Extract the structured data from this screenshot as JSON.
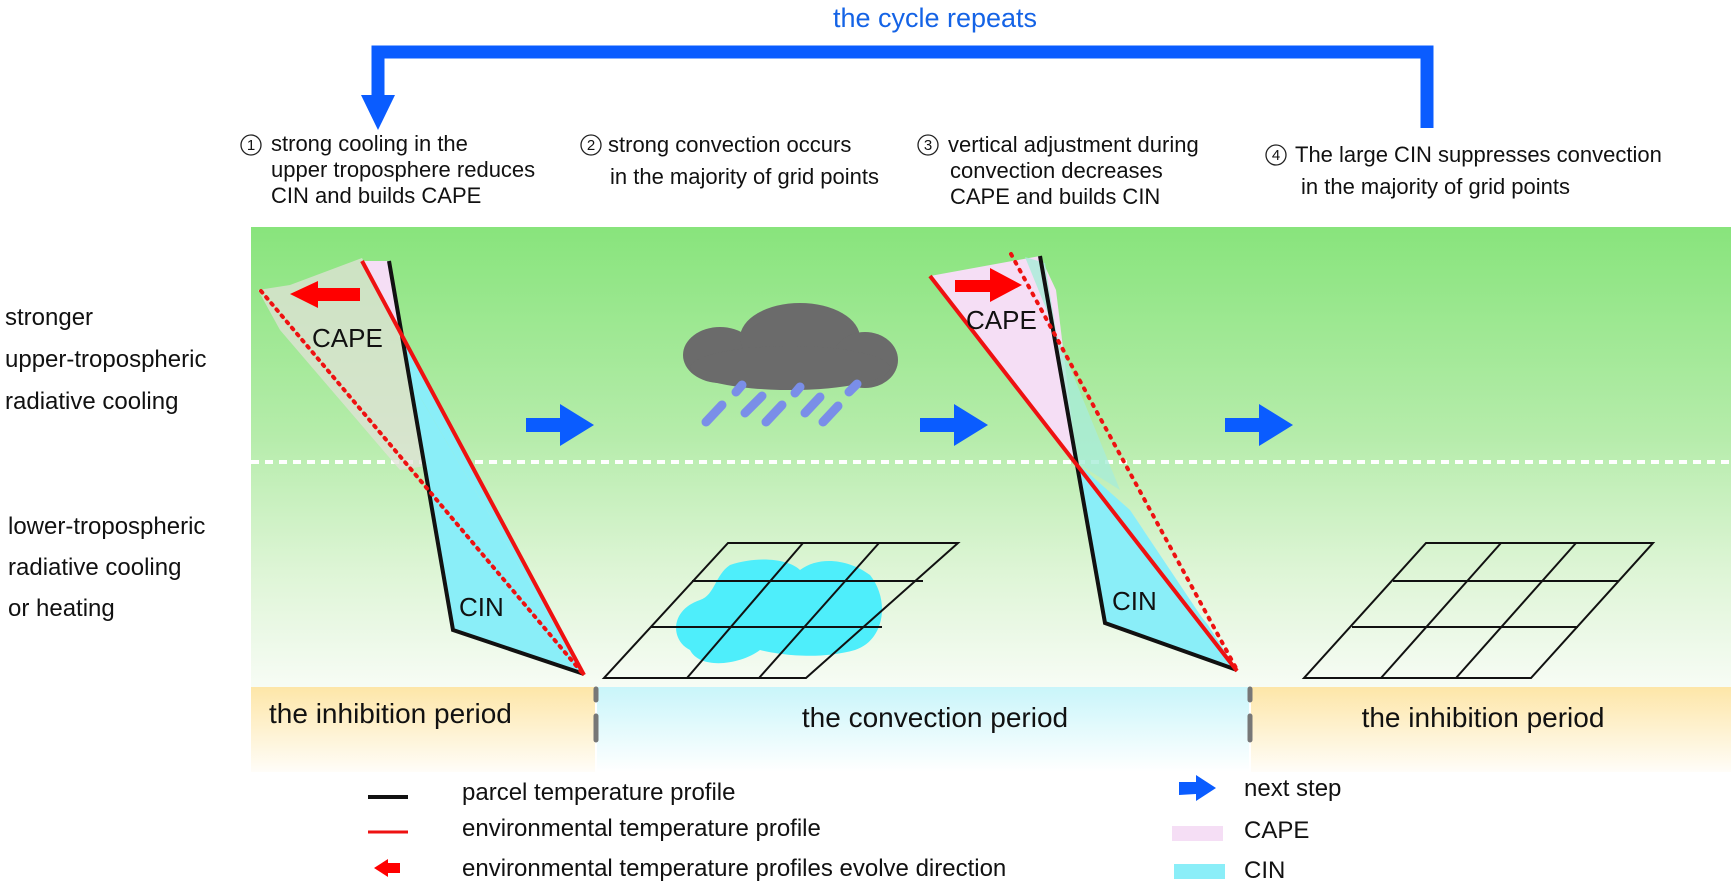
{
  "cycle": {
    "label": "the cycle repeats",
    "arrow_color": "#0a5cff"
  },
  "steps": [
    {
      "number": "1",
      "lines": [
        "strong cooling in the",
        "upper troposphere reduces",
        "CIN and builds CAPE"
      ]
    },
    {
      "number": "2",
      "lines": [
        "strong convection occurs",
        "in the majority of grid points"
      ]
    },
    {
      "number": "3",
      "lines": [
        "vertical adjustment during",
        "convection decreases",
        "CAPE and builds CIN"
      ]
    },
    {
      "number": "4",
      "lines": [
        "The large CIN suppresses convection",
        "in the majority of grid points"
      ]
    }
  ],
  "side_labels": {
    "upper": [
      "stronger",
      "upper-tropospheric",
      "radiative cooling"
    ],
    "lower": [
      "lower-tropospheric",
      "radiative cooling",
      "or heating"
    ]
  },
  "profile_labels": {
    "cape": "CAPE",
    "cin": "CIN"
  },
  "periods": [
    {
      "label": "the inhibition period",
      "color": "#fde7ad"
    },
    {
      "label": "the convection period",
      "color": "#cdf6fa"
    },
    {
      "label": "the inhibition period",
      "color": "#fde7ad"
    }
  ],
  "legend": {
    "left": [
      {
        "label": "parcel temperature profile",
        "icon": "black-line-icon",
        "color": "#111111"
      },
      {
        "label": "environmental temperature profile",
        "icon": "red-line-icon",
        "color": "#ee1111"
      },
      {
        "label": "environmental temperature profiles evolve direction",
        "icon": "red-arrow-icon",
        "color": "#ff0000"
      }
    ],
    "right": [
      {
        "label": "next step",
        "icon": "blue-arrow-icon",
        "color": "#0a5cff"
      },
      {
        "label": "CAPE",
        "icon": "cape-swatch-icon",
        "color": "#f5def5"
      },
      {
        "label": "CIN",
        "icon": "cin-swatch-icon",
        "color": "#8aeef8"
      }
    ]
  },
  "colors": {
    "green_top": "#88e47c",
    "green_bottom": "#f4fbf1",
    "cape_fill": "#f5def5",
    "cin_fill": "#8aeef8",
    "cloud": "#6b6b6b",
    "rain": "#7a8ee8",
    "puddle": "#4eeefb",
    "next_arrow": "#0a5cff",
    "evolve_arrow": "#ff0000"
  }
}
